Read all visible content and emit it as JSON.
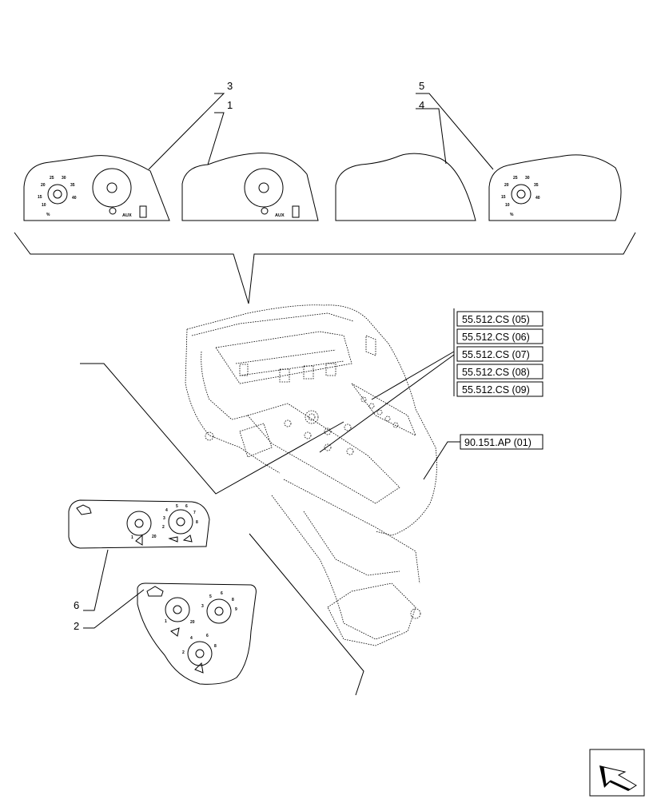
{
  "callouts": {
    "c1": "1",
    "c2": "2",
    "c3": "3",
    "c4": "4",
    "c5": "5",
    "c6": "6"
  },
  "references": {
    "r05": "55.512.CS (05)",
    "r06": "55.512.CS (06)",
    "r07": "55.512.CS (07)",
    "r08": "55.512.CS (08)",
    "r09": "55.512.CS (09)",
    "ap01": "90.151.AP (01)"
  },
  "decal_labels": {
    "aux": "AUX",
    "d25": "25",
    "d30": "30",
    "d20": "20",
    "d35": "35",
    "d15": "15",
    "d40": "40",
    "d10": "10",
    "pct": "%",
    "s1": "1",
    "s20": "20",
    "k2": "2",
    "k3": "3",
    "k4": "4",
    "k5": "5",
    "k6": "6",
    "k7": "7",
    "k8": "8",
    "k9": "9"
  }
}
